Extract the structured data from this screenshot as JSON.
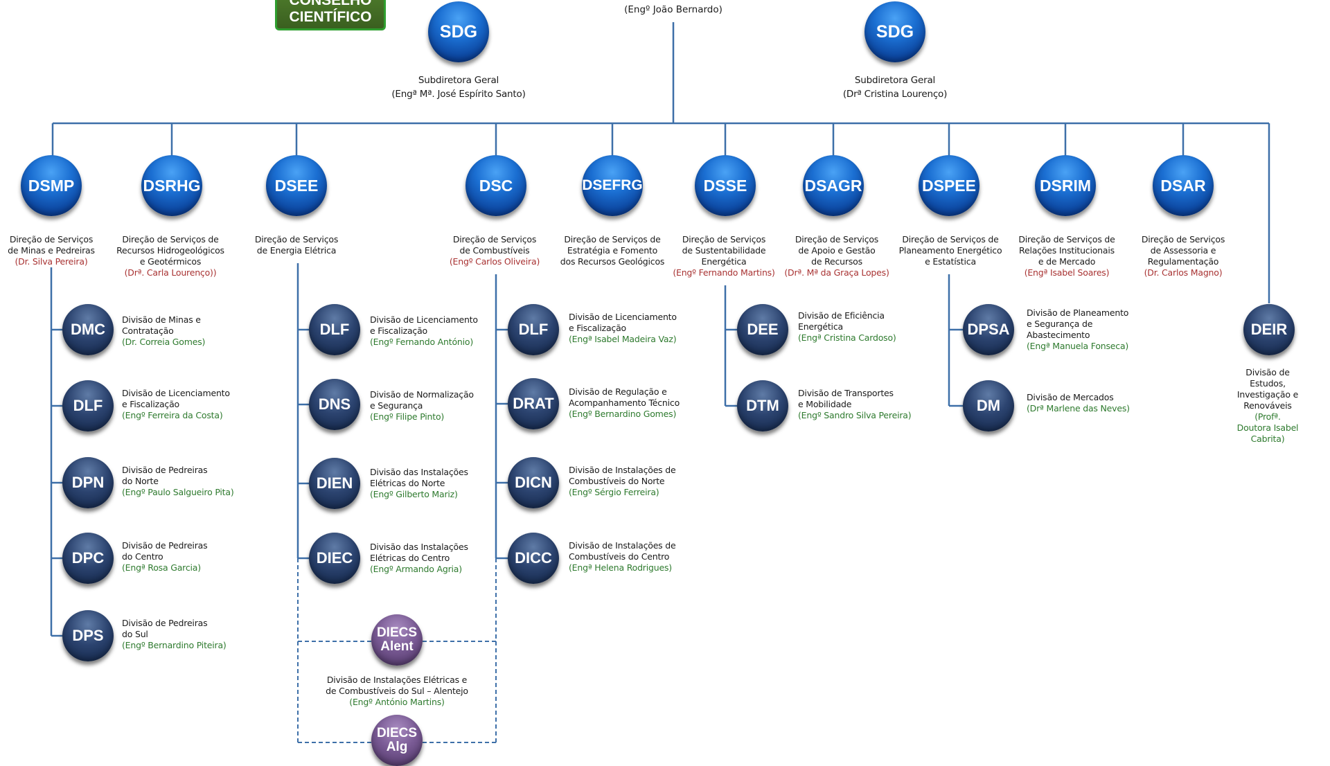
{
  "conselho": "CONSELHO CIENTÍFICO",
  "director_name": "(Engº João Bernardo)",
  "sdg": [
    {
      "code": "SDG",
      "title": "Subdiretora Geral",
      "name": "(Engª Mª. José Espírito Santo)"
    },
    {
      "code": "SDG",
      "title": "Subdiretora Geral",
      "name": "(Drª Cristina Lourenço)"
    }
  ],
  "services": [
    {
      "code": "DSMP",
      "title": "Direção de Serviços\nde Minas e Pedreiras",
      "name": "(Dr. Silva Pereira)"
    },
    {
      "code": "DSRHG",
      "title": "Direção de Serviços de\nRecursos Hidrogeológicos\ne Geotérmicos",
      "name": "(Drª.  Carla Lourenço))"
    },
    {
      "code": "DSEE",
      "title": "Direção de Serviços\nde Energia Elétrica",
      "name": ""
    },
    {
      "code": "DSC",
      "title": "Direção de Serviços\nde Combustíveis",
      "name": "(Engº Carlos Oliveira)"
    },
    {
      "code": "DSEFRG",
      "title": "Direção de Serviços de\nEstratégia e Fomento\ndos Recursos Geológicos",
      "name": ""
    },
    {
      "code": "DSSE",
      "title": "Direção de Serviços\nde Sustentabilidade\nEnergética",
      "name": "(Engº Fernando Martins)"
    },
    {
      "code": "DSAGR",
      "title": "Direção de Serviços\nde Apoio e Gestão\nde Recursos",
      "name": "(Drª. Mª da Graça Lopes)"
    },
    {
      "code": "DSPEE",
      "title": "Direção de Serviços de\nPlaneamento Energético\ne Estatística",
      "name": ""
    },
    {
      "code": "DSRIM",
      "title": "Direção de Serviços de\nRelações Institucionais\ne de Mercado",
      "name": "(Engª Isabel Soares)"
    },
    {
      "code": "DSAR",
      "title": "Direção de Serviços\nde Assessoria e\nRegulamentação",
      "name": "(Dr. Carlos Magno)"
    }
  ],
  "divisions": {
    "dsmp": [
      {
        "code": "DMC",
        "title": "Divisão de Minas e\nContratação",
        "name": "(Dr. Correia Gomes)"
      },
      {
        "code": "DLF",
        "title": "Divisão de Licenciamento\ne Fiscalização",
        "name": "(Engº Ferreira da Costa)"
      },
      {
        "code": "DPN",
        "title": "Divisão de Pedreiras\ndo Norte",
        "name": "(Engº Paulo Salgueiro Pita)"
      },
      {
        "code": "DPC",
        "title": "Divisão de Pedreiras\ndo Centro",
        "name": "(Engª Rosa Garcia)"
      },
      {
        "code": "DPS",
        "title": "Divisão de Pedreiras\ndo Sul",
        "name": "(Engº Bernardino Piteira)"
      }
    ],
    "dsee": [
      {
        "code": "DLF",
        "title": "Divisão de Licenciamento\ne Fiscalização",
        "name": "(Engº Fernando António)"
      },
      {
        "code": "DNS",
        "title": "Divisão de Normalização\ne Segurança",
        "name": "(Engº Filipe Pinto)"
      },
      {
        "code": "DIEN",
        "title": "Divisão das Instalações\nElétricas do Norte",
        "name": "(Engº Gilberto Mariz)"
      },
      {
        "code": "DIEC",
        "title": "Divisão das Instalações\nElétricas do Centro",
        "name": "(Engº Armando Agria)"
      }
    ],
    "dsc": [
      {
        "code": "DLF",
        "title": "Divisão de Licenciamento\ne Fiscalização",
        "name": "(Engª Isabel Madeira Vaz)"
      },
      {
        "code": "DRAT",
        "title": "Divisão de Regulação e\nAcompanhamento Técnico",
        "name": "(Engº Bernardino Gomes)"
      },
      {
        "code": "DICN",
        "title": "Divisão de Instalações de\nCombustíveis do Norte",
        "name": "(Engº Sérgio Ferreira)"
      },
      {
        "code": "DICC",
        "title": "Divisão de Instalações de\nCombustíveis do Centro",
        "name": "(Engª Helena Rodrigues)"
      }
    ],
    "dsse": [
      {
        "code": "DEE",
        "title": "Divisão de Eficiência\nEnergética",
        "name": "(Engª Cristina Cardoso)"
      },
      {
        "code": "DTM",
        "title": "Divisão de Transportes\ne Mobilidade",
        "name": "(Engº Sandro Silva Pereira)"
      }
    ],
    "dspee": [
      {
        "code": "DPSA",
        "title": "Divisão de Planeamento\ne Segurança de\nAbastecimento",
        "name": "(Engª Manuela Fonseca)"
      },
      {
        "code": "DM",
        "title": "Divisão de Mercados",
        "name": "(Drª Marlene das  Neves)"
      }
    ],
    "deir": {
      "code": "DEIR",
      "title": "Divisão de Estudos,\nInvestigação e Renováveis",
      "name": "(Profª. Doutora Isabel Cabrita)"
    },
    "diecs_alent": {
      "code_l1": "DIECS",
      "code_l2": "Alent",
      "title": "Divisão de Instalações Elétricas e\nde Combustíveis do Sul – Alentejo",
      "name": "(Engº António Martins)"
    },
    "diecs_alg": {
      "code_l1": "DIECS",
      "code_l2": "Alg"
    }
  },
  "colors": {
    "line": "#3d6fa8",
    "name_red": "#a83232",
    "name_green": "#2e7a2e",
    "conselho_bg": "#4d7a2b",
    "conselho_border": "#2f9e2f"
  }
}
